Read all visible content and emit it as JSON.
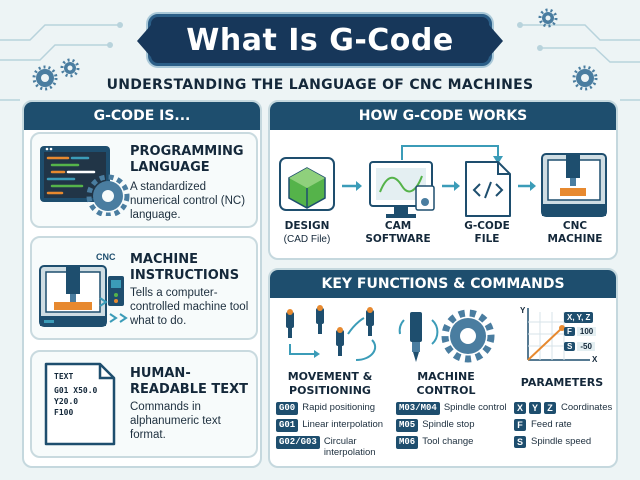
{
  "title": "What Is G-Code",
  "subtitle": "UNDERSTANDING THE LANGUAGE OF CNC MACHINES",
  "left_section": {
    "header": "G-CODE IS...",
    "cards": [
      {
        "title": "PROGRAMMING LANGUAGE",
        "desc": "A standardized numerical control (NC) language.",
        "icon": "code-screen-gear-icon"
      },
      {
        "title": "MACHINE INSTRUCTIONS",
        "desc": "Tells a computer-controlled machine tool what to do.",
        "icon": "cnc-machine-icon",
        "icon_label": "CNC"
      },
      {
        "title": "HUMAN-READABLE TEXT",
        "desc": "Commands in alphanumeric text format.",
        "icon": "text-document-icon",
        "doc_lines": [
          "TEXT",
          "G01 X50.0",
          "Y20.0",
          "F100"
        ]
      }
    ]
  },
  "how_section": {
    "header": "HOW G-CODE WORKS",
    "steps": [
      {
        "label": "DESIGN",
        "sub": "(CAD File)",
        "icon": "cad-cube-icon"
      },
      {
        "label": "CAM",
        "label2": "SOFTWARE",
        "icon": "cam-monitor-icon"
      },
      {
        "label": "G-CODE",
        "label2": "FILE",
        "icon": "code-file-icon"
      },
      {
        "label": "CNC",
        "label2": "MACHINE",
        "icon": "cnc-mill-icon"
      }
    ]
  },
  "key_section": {
    "header": "KEY FUNCTIONS & COMMANDS",
    "columns": [
      {
        "title_line1": "MOVEMENT &",
        "title_line2": "POSITIONING",
        "commands": [
          {
            "code": "G00",
            "text": "Rapid positioning"
          },
          {
            "code": "G01",
            "text": "Linear interpolation"
          },
          {
            "code": "G02/G03",
            "text": "Circular interpolation"
          }
        ]
      },
      {
        "title_line1": "MACHINE",
        "title_line2": "CONTROL",
        "commands": [
          {
            "code": "M03/M04",
            "text": "Spindle control"
          },
          {
            "code": "M05",
            "text": "Spindle stop"
          },
          {
            "code": "M06",
            "text": "Tool change"
          }
        ]
      },
      {
        "title_line1": "PARAMETERS",
        "graph_labels": {
          "y": "Y",
          "x": "X",
          "xyz": "X, Y, Z",
          "f": "F",
          "f_val": "100",
          "s": "S",
          "s_val": "-50"
        },
        "params": [
          {
            "codes": [
              "X",
              "Y",
              "Z"
            ],
            "text": "Coordinates"
          },
          {
            "codes": [
              "F"
            ],
            "text": "Feed rate"
          },
          {
            "codes": [
              "S"
            ],
            "text": "Spindle speed"
          }
        ]
      }
    ]
  },
  "colors": {
    "navy": "#17375a",
    "header": "#1e4e6e",
    "teal": "#3b9cb8",
    "orange": "#e7892f",
    "green": "#55b34a",
    "bg": "#edf4f5"
  }
}
